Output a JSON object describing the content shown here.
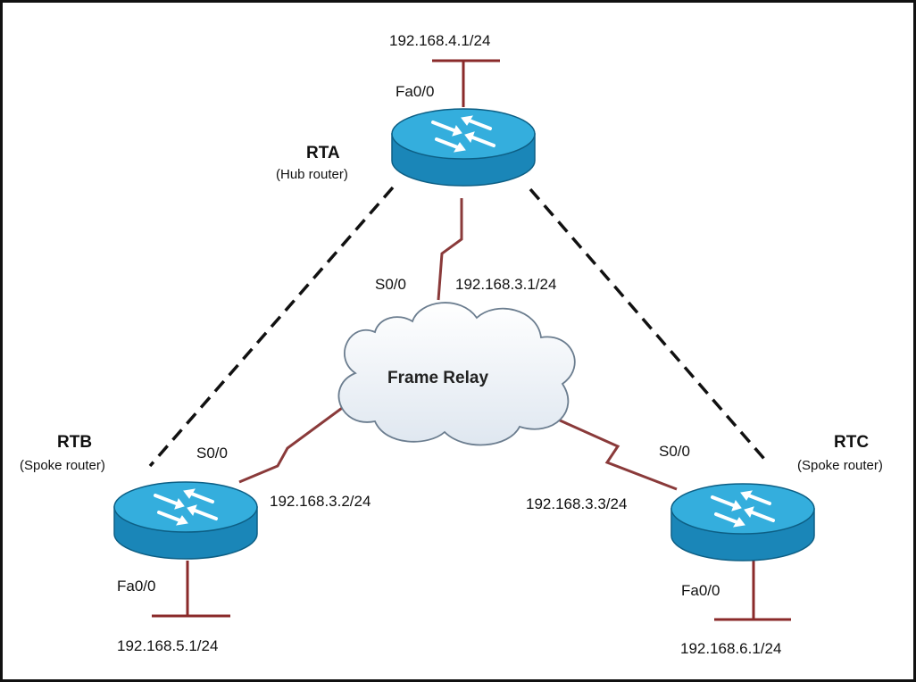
{
  "routers": {
    "rta": {
      "name": "RTA",
      "role": "(Hub router)",
      "fa": "Fa0/0",
      "lan": "192.168.4.1/24",
      "serial": "S0/0",
      "wan": "192.168.3.1/24"
    },
    "rtb": {
      "name": "RTB",
      "role": "(Spoke router)",
      "fa": "Fa0/0",
      "lan": "192.168.5.1/24",
      "serial": "S0/0",
      "wan": "192.168.3.2/24"
    },
    "rtc": {
      "name": "RTC",
      "role": "(Spoke router)",
      "fa": "Fa0/0",
      "lan": "192.168.6.1/24",
      "serial": "S0/0",
      "wan": "192.168.3.3/24"
    }
  },
  "cloud": {
    "label": "Frame Relay"
  },
  "colors": {
    "router_body": "#1e8ec0",
    "router_top": "#35b2e0",
    "serial_link": "#8a3a3a",
    "dashed_link": "#111111",
    "cloud_fill": "#f4f7fb"
  },
  "icons": {
    "router": "router-icon",
    "cloud": "cloud-icon"
  }
}
